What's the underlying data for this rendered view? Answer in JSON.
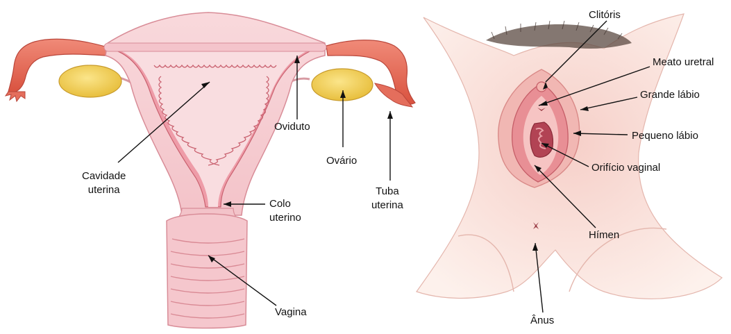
{
  "left_diagram": {
    "labels": {
      "cavidade": [
        "Cavidade",
        "uterina"
      ],
      "oviduto": "Oviduto",
      "ovario": "Ovário",
      "tuba": [
        "Tuba",
        "uterina"
      ],
      "colo": [
        "Colo",
        "uterino"
      ],
      "vagina": "Vagina"
    }
  },
  "right_diagram": {
    "labels": {
      "clitoris": "Clitóris",
      "meato": "Meato uretral",
      "grande": "Grande lábio",
      "pequeno": "Pequeno lábio",
      "orificio": "Orifício vaginal",
      "himen": "Hímen",
      "anus": "Ânus"
    }
  },
  "colors": {
    "tissue": "#f6cdd2",
    "tissue_dark": "#e58a97",
    "tube": "#e9665a",
    "ovary": "#f2d35a",
    "skin": "#fbe7e1",
    "line": "#111111"
  }
}
